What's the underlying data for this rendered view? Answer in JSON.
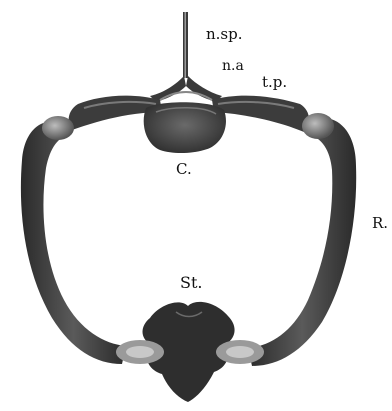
{
  "figure": {
    "labels": {
      "neural_spine": "n.sp.",
      "neural_arch": "n.a",
      "transverse_process": "t.p.",
      "centrum": "C.",
      "rib": "R.",
      "sternum": "St."
    },
    "colors": {
      "background": "#ffffff",
      "bone_dark": "#2e2e2e",
      "bone_mid": "#5a5a5a",
      "bone_light": "#8a8a8a",
      "label_text": "#111111"
    }
  }
}
